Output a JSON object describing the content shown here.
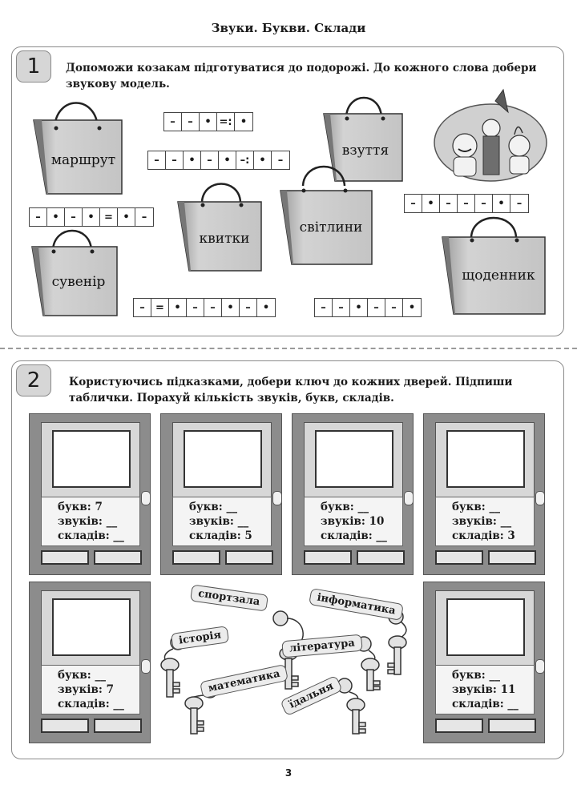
{
  "page_title": "Звуки. Букви. Склади",
  "task1": {
    "number": "1",
    "instruction_line1": "Допоможи козакам підготуватися до подорожі. До кожного слова добери",
    "instruction_line2": "звукову модель.",
    "bags": [
      {
        "word": "маршрут"
      },
      {
        "word": "взуття"
      },
      {
        "word": "квитки"
      },
      {
        "word": "світлини"
      },
      {
        "word": "сувенір"
      },
      {
        "word": "щоденник"
      }
    ],
    "models": [
      {
        "cells": [
          "–",
          "–",
          "•",
          "=:",
          "•"
        ]
      },
      {
        "cells": [
          "–",
          "–",
          "•",
          "–",
          "•",
          "–:",
          "•",
          "–"
        ]
      },
      {
        "cells": [
          "–",
          "•",
          "–",
          "•",
          "=",
          "•",
          "–"
        ]
      },
      {
        "cells": [
          "–",
          "•",
          "–",
          "–",
          "–",
          "•",
          "–"
        ]
      },
      {
        "cells": [
          "–",
          "=",
          "•",
          "–",
          "–",
          "•",
          "–",
          "•"
        ]
      },
      {
        "cells": [
          "–",
          "–",
          "•",
          "–",
          "–",
          "•"
        ]
      }
    ]
  },
  "task2": {
    "number": "2",
    "instruction_line1": "Користуючись підказками, добери ключ до кожних дверей. Підпиши",
    "instruction_line2": "таблички. Порахуй кількість звуків, букв, складів.",
    "doors": [
      {
        "line1": "букв: 7",
        "line2": "звуків: __",
        "line3": "складів: __"
      },
      {
        "line1": "букв: __",
        "line2": "звуків: __",
        "line3": "складів: 5"
      },
      {
        "line1": "букв: __",
        "line2": "звуків: 10",
        "line3": "складів: __"
      },
      {
        "line1": "букв: __",
        "line2": "звуків: __",
        "line3": "складів: 3"
      },
      {
        "line1": "букв: __",
        "line2": "звуків: 7",
        "line3": "складів: __"
      },
      {
        "line1": "букв: __",
        "line2": "звуків: 11",
        "line3": "складів: __"
      }
    ],
    "key_tags": [
      {
        "word": "спортзала"
      },
      {
        "word": "інформатика"
      },
      {
        "word": "історія"
      },
      {
        "word": "література"
      },
      {
        "word": "математика"
      },
      {
        "word": "їдальня"
      }
    ]
  },
  "page_number": "3"
}
